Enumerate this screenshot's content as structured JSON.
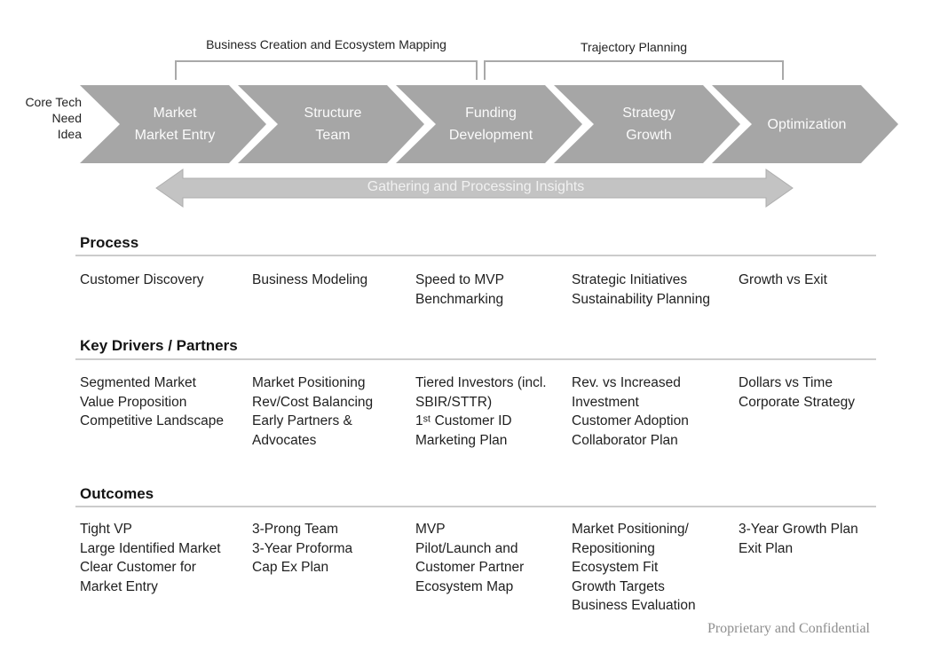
{
  "slide": {
    "intro_label": "Core Tech\nNeed\nIdea",
    "phase_groups": {
      "bracket1_label": "Business Creation and Ecosystem Mapping",
      "bracket2_label": "Trajectory Planning"
    },
    "chevrons": [
      {
        "label": "Market\nMarket Entry"
      },
      {
        "label": "Structure\nTeam"
      },
      {
        "label": "Funding\nDevelopment"
      },
      {
        "label": "Strategy\nGrowth"
      },
      {
        "label": "Optimization"
      }
    ],
    "insights_arrow": {
      "label": "Gathering and Processing Insights"
    },
    "sections": [
      {
        "title": "Process",
        "cells": [
          "Customer Discovery",
          "Business Modeling",
          "Speed to MVP\nBenchmarking",
          "Strategic Initiatives\nSustainability Planning",
          "Growth vs Exit"
        ]
      },
      {
        "title": "Key Drivers / Partners",
        "cells": [
          "Segmented Market\nValue Proposition\nCompetitive Landscape",
          "Market Positioning\nRev/Cost Balancing\nEarly Partners &\nAdvocates",
          "Tiered Investors (incl.\nSBIR/STTR)\n1ˢᵗ Customer ID\nMarketing Plan",
          "Rev. vs Increased\nInvestment\nCustomer Adoption\nCollaborator Plan",
          "Dollars vs Time\nCorporate Strategy"
        ]
      },
      {
        "title": "Outcomes",
        "cells": [
          "Tight VP\nLarge Identified Market\nClear Customer for\nMarket Entry",
          "3-Prong Team\n3-Year Proforma\nCap Ex Plan",
          "MVP\nPilot/Launch and\nCustomer Partner\nEcosystem Map",
          "Market Positioning/\nRepositioning\nEcosystem Fit\nGrowth Targets\nBusiness Evaluation",
          "3-Year Growth Plan\nExit Plan"
        ]
      }
    ],
    "footer": "Proprietary and Confidential",
    "colors": {
      "chevron_fill": "#a6a6a6",
      "chevron_text": "#fbfbfb",
      "insights_arrow_fill": "#c3c3c3",
      "insights_arrow_border": "#aeaeae",
      "bracket_stroke": "#a9a9a9",
      "divider_rule": "#cccccc",
      "body_text": "#1f1f1f",
      "footer_text": "#8e8e8e"
    }
  }
}
